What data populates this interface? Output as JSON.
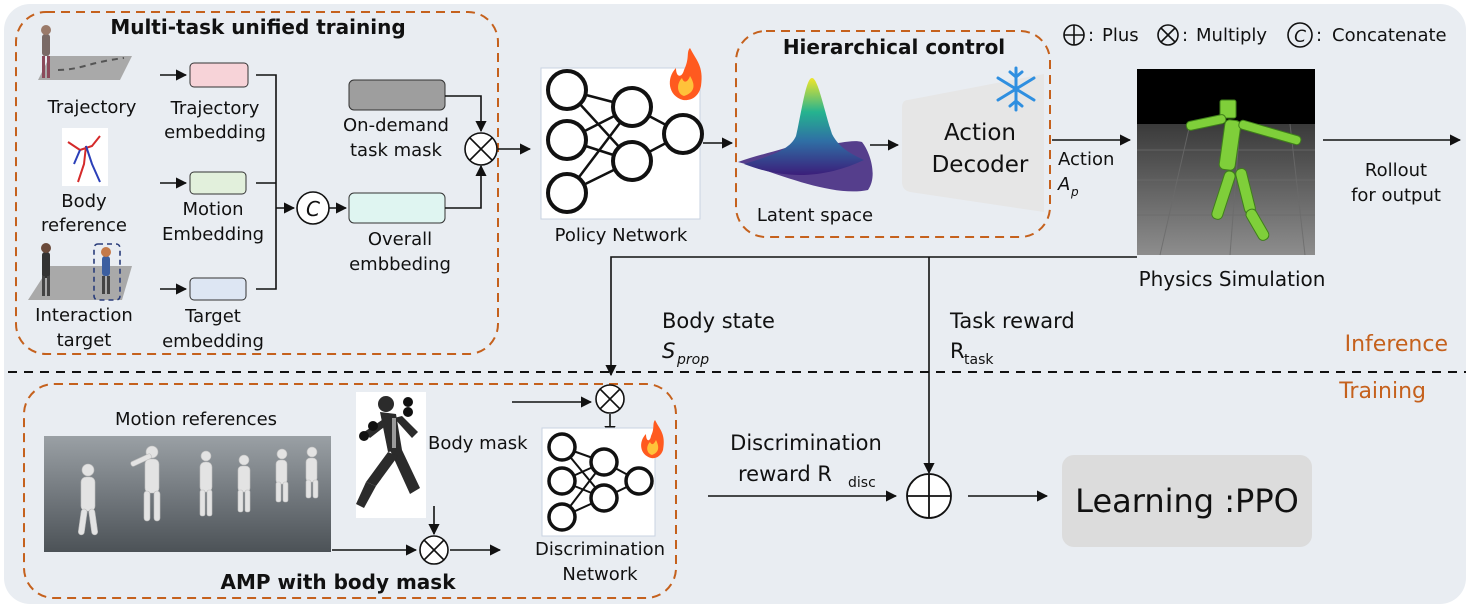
{
  "legend": {
    "plus": "Plus",
    "multiply": "Multiply",
    "concatenate": "Concatenate",
    "plus_sep": ": ",
    "c_glyph": "C"
  },
  "multitask": {
    "title": "Multi-task unified training",
    "inputs": {
      "trajectory": "Trajectory",
      "body_ref_1": "Body",
      "body_ref_2": "reference",
      "interaction_1": "Interaction",
      "interaction_2": "target"
    },
    "embeddings": {
      "traj_1": "Trajectory",
      "traj_2": "embedding",
      "motion_1": "Motion",
      "motion_2": "Embedding",
      "target_1": "Target",
      "target_2": "embedding"
    },
    "mask_1": "On-demand",
    "mask_2": "task mask",
    "overall_1": "Overall",
    "overall_2": "embbeding"
  },
  "policy": {
    "label": "Policy Network"
  },
  "hierarchical": {
    "title": "Hierarchical control",
    "latent": "Latent space",
    "decoder_1": "Action",
    "decoder_2": "Decoder"
  },
  "action": {
    "label": "Action",
    "symbol": "A",
    "sub": "p"
  },
  "physics": {
    "label": "Physics Simulation"
  },
  "rollout": {
    "line1": "Rollout",
    "line2": "for output"
  },
  "body_state": {
    "label": "Body state",
    "symbol": "S",
    "sub": "prop"
  },
  "task_reward": {
    "label": "Task reward",
    "symbol": "R",
    "sub": "task"
  },
  "phases": {
    "inference": "Inference",
    "training": "Training"
  },
  "amp": {
    "title": "AMP with body mask",
    "motion_refs": "Motion references",
    "body_mask": "Body mask",
    "disc_1": "Discrimination",
    "disc_2": "Network"
  },
  "disc_reward": {
    "line1": "Discrimination",
    "line2": "reward R",
    "sub": "disc"
  },
  "learning": {
    "label": "Learning :PPO"
  },
  "colors": {
    "panel": "#e9edf2",
    "dash": "#c5611d",
    "traj_emb": "#f7d3d8",
    "motion_emb": "#e2f0dc",
    "target_emb": "#dde6f3",
    "mask": "#9e9e9e",
    "overall": "#dff5f1",
    "decoder": "#e6e6e6",
    "ppo": "#dcdcdc"
  }
}
